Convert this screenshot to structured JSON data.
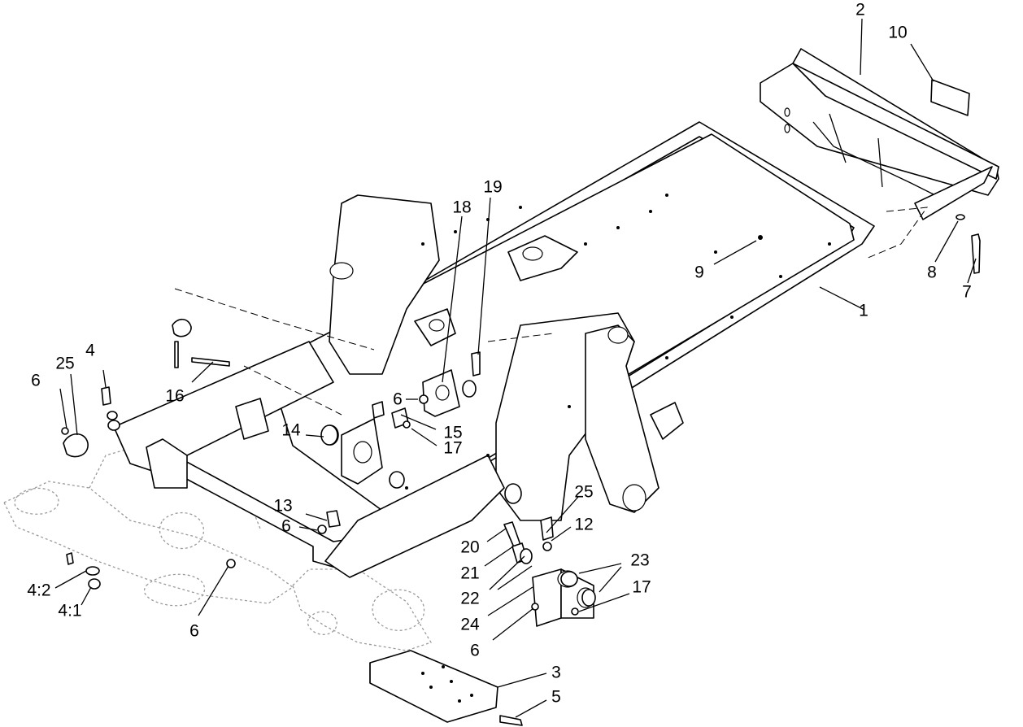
{
  "figure": {
    "callouts": [
      {
        "id": "c1",
        "text": "1"
      },
      {
        "id": "c2",
        "text": "2"
      },
      {
        "id": "c3",
        "text": "3"
      },
      {
        "id": "c4",
        "text": "4"
      },
      {
        "id": "c4-1",
        "text": "4:1"
      },
      {
        "id": "c4-2",
        "text": "4:2"
      },
      {
        "id": "c5",
        "text": "5"
      },
      {
        "id": "c6a",
        "text": "6"
      },
      {
        "id": "c6b",
        "text": "6"
      },
      {
        "id": "c6c",
        "text": "6"
      },
      {
        "id": "c6d",
        "text": "6"
      },
      {
        "id": "c6e",
        "text": "6"
      },
      {
        "id": "c7",
        "text": "7"
      },
      {
        "id": "c8",
        "text": "8"
      },
      {
        "id": "c9",
        "text": "9"
      },
      {
        "id": "c10",
        "text": "10"
      },
      {
        "id": "c12",
        "text": "12"
      },
      {
        "id": "c13",
        "text": "13"
      },
      {
        "id": "c14",
        "text": "14"
      },
      {
        "id": "c15",
        "text": "15"
      },
      {
        "id": "c16",
        "text": "16"
      },
      {
        "id": "c17a",
        "text": "17"
      },
      {
        "id": "c17b",
        "text": "17"
      },
      {
        "id": "c18",
        "text": "18"
      },
      {
        "id": "c19",
        "text": "19"
      },
      {
        "id": "c20",
        "text": "20"
      },
      {
        "id": "c21",
        "text": "21"
      },
      {
        "id": "c22",
        "text": "22"
      },
      {
        "id": "c23",
        "text": "23"
      },
      {
        "id": "c24",
        "text": "24"
      },
      {
        "id": "c25a",
        "text": "25"
      },
      {
        "id": "c25b",
        "text": "25"
      }
    ]
  }
}
